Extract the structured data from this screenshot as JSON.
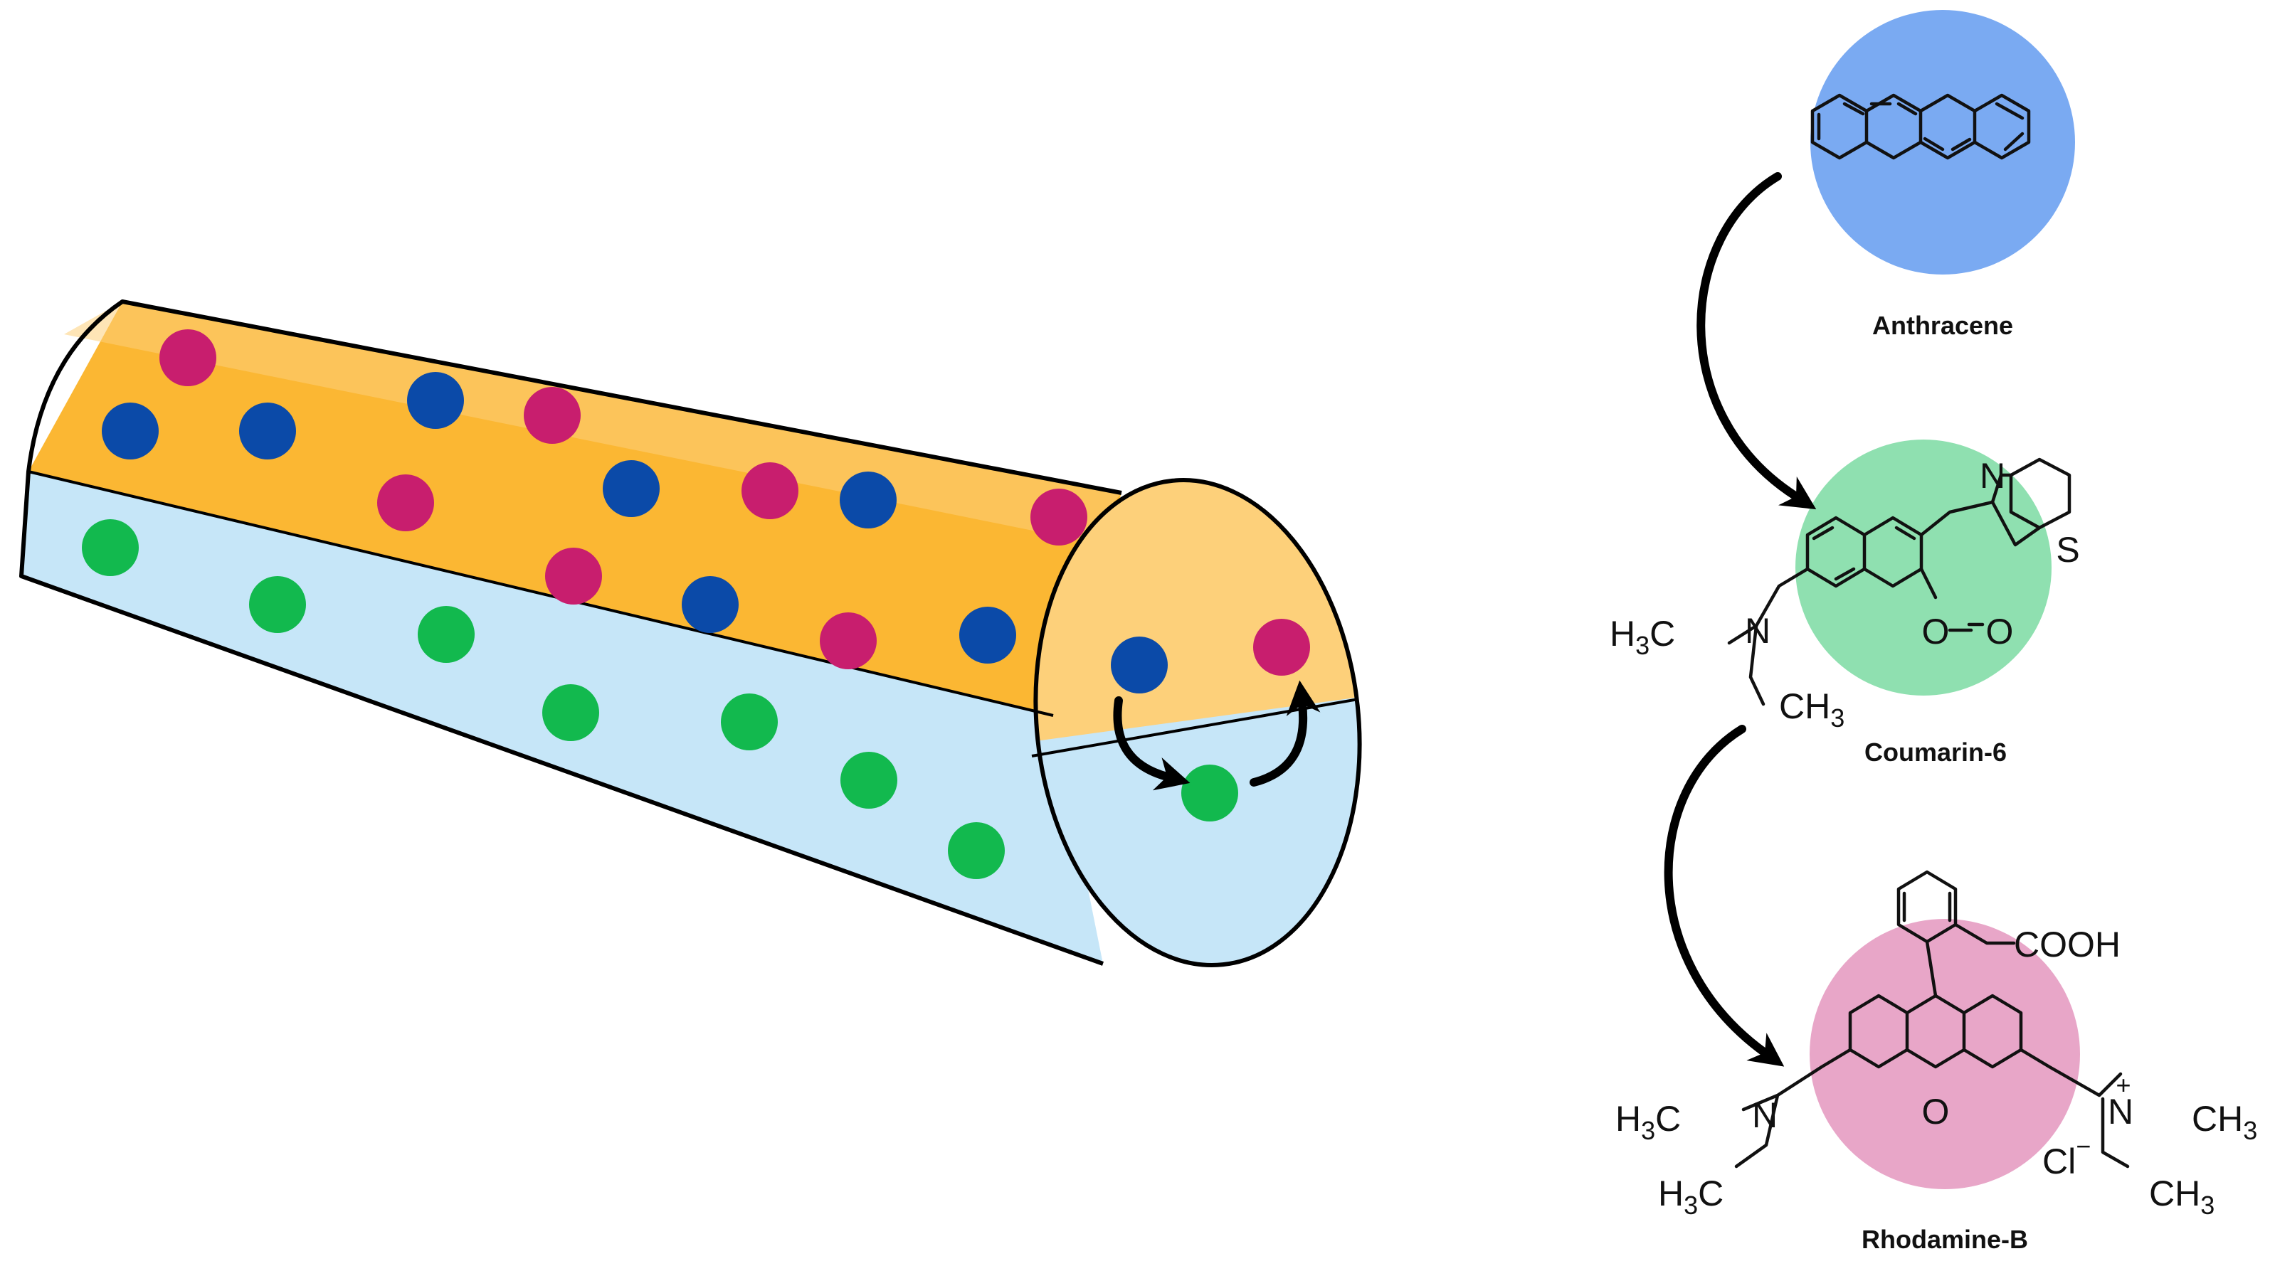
{
  "colors": {
    "anthracene": "#7aaaf2",
    "coumarin": "#8fe0b0",
    "rhodamine": "#e8a6c8",
    "dot_blue": "#0b4aa8",
    "dot_magenta": "#c81e6e",
    "dot_green": "#12b94e",
    "fiber_orange": "#fbb733",
    "fiber_orange_light": "#fdd07a",
    "fiber_blue": "#c6e6f8"
  },
  "compounds": [
    {
      "key": "anthracene",
      "label": "Anthracene"
    },
    {
      "key": "coumarin",
      "label": "Coumarin-6"
    },
    {
      "key": "rhodamine",
      "label": "Rhodamine-B"
    }
  ],
  "atoms": {
    "coumarin": {
      "n": "N",
      "s": "S",
      "n_amine": "N",
      "o_ring": "O",
      "o_carbonyl": "O",
      "h3c": "H",
      "h3c_sub": "3",
      "h3c_c": "C",
      "ch3_c": "CH",
      "ch3_sub": "3"
    },
    "rhodamine": {
      "cooh": "COOH",
      "o_ring": "O",
      "n_left": "N",
      "n_right": "N",
      "plus": "+",
      "cl": "Cl",
      "cl_charge": "−",
      "h3c": "H",
      "h3c_sub": "3",
      "h3c_c": "C",
      "ch3_c": "CH",
      "ch3_sub": "3"
    }
  },
  "icons": {
    "energy_transfer": "curved-arrow-icon",
    "dye_dot": "circle-icon"
  }
}
